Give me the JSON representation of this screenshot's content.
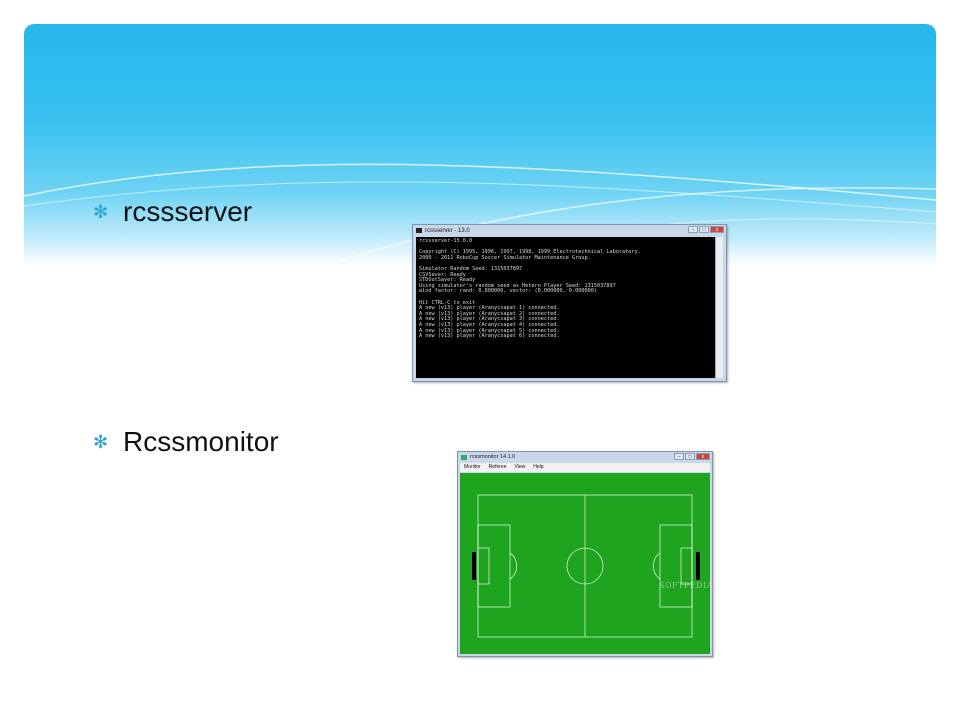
{
  "bullets": [
    {
      "text": "rcssserver"
    },
    {
      "text": "Rcssmonitor"
    }
  ],
  "console_window": {
    "title": "rcssserver - 13.0",
    "lines": [
      "rcssserver-15.0.0",
      "",
      "Copyright (C) 1995, 1996, 1997, 1998, 1999 Electrotechnical Laboratory.",
      "2000 - 2011 RoboCup Soccer Simulator Maintenance Group.",
      "",
      "Simulator Random Seed: 1315037897",
      "CSVSaver: Ready",
      "STDOutSaver: Ready",
      "Using simulator's random seed as Hetero Player Seed: 1315037897",
      "wind factor: rand: 0.000000, vector: (0.000000, 0.000000)",
      "",
      "Hit CTRL-C to exit",
      "A new (v13) player (Aranycsapat 1) connected.",
      "A new (v13) player (Aranycsapat 2) connected.",
      "A new (v13) player (Aranycsapat 3) connected.",
      "A new (v13) player (Aranycsapat 4) connected.",
      "A new (v13) player (Aranycsapat 5) connected.",
      "A new (v13) player (Aranycsapat 6) connected."
    ]
  },
  "monitor_window": {
    "title": "rcssmonitor 14.1.0",
    "menu": [
      "Monitor",
      "Referee",
      "View",
      "Help"
    ],
    "watermark": "SOFTPEDIA"
  }
}
